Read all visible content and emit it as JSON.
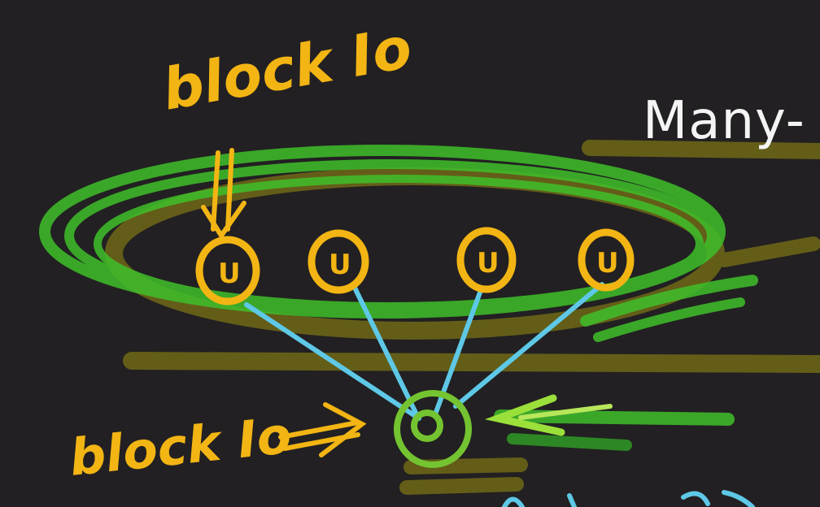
{
  "heading": "Many-",
  "labels": {
    "top_block": "block Io",
    "bottom_block": "block Io"
  },
  "user_threads": [
    "U",
    "U",
    "U",
    "U"
  ],
  "colors": {
    "background": "#222022",
    "ink_yellow": "#f3b514",
    "ink_green": "#3fbf2a",
    "ink_olive": "#6b6418",
    "ink_blue": "#5ec8e6",
    "ink_white": "#f4f4f4"
  }
}
